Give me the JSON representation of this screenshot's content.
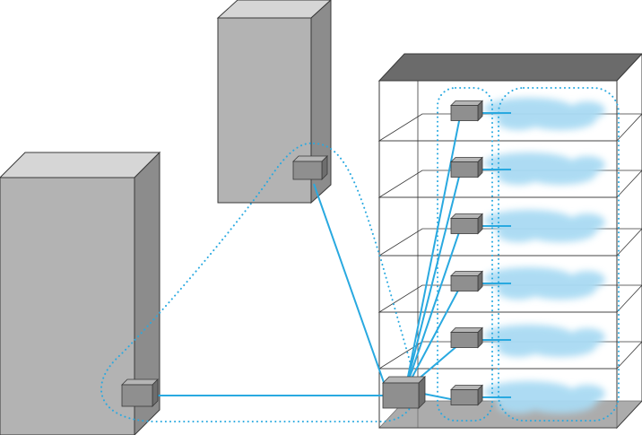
{
  "diagram": {
    "kind": "network-topology",
    "colors": {
      "link": "#29a9e0",
      "dotted_boundary": "#29a9e0",
      "cloud_fill": "#a9daf3",
      "building_front": "#b3b3b3",
      "building_side": "#8c8c8c",
      "building_top": "#d6d6d6",
      "device_front": "#8f8f8f",
      "device_side": "#6e6e6e",
      "device_top": "#b5b5b5",
      "outline": "#3a3a3a",
      "rack_top": "#6b6b6b"
    },
    "buildings": [
      {
        "id": "building-left",
        "has_device": true
      },
      {
        "id": "building-center",
        "has_device": true
      }
    ],
    "tower": {
      "floors": 6,
      "core_device": "core-switch",
      "floor_devices": [
        "floor-1",
        "floor-2",
        "floor-3",
        "floor-4",
        "floor-5",
        "floor-6"
      ],
      "each_floor_has_cloud": true
    },
    "links": [
      {
        "from": "building-left-device",
        "to": "core-switch"
      },
      {
        "from": "building-center-device",
        "to": "core-switch"
      },
      {
        "from": "core-switch",
        "to": "floor-1"
      },
      {
        "from": "core-switch",
        "to": "floor-2"
      },
      {
        "from": "core-switch",
        "to": "floor-3"
      },
      {
        "from": "core-switch",
        "to": "floor-4"
      },
      {
        "from": "core-switch",
        "to": "floor-5"
      },
      {
        "from": "core-switch",
        "to": "floor-6"
      }
    ]
  }
}
